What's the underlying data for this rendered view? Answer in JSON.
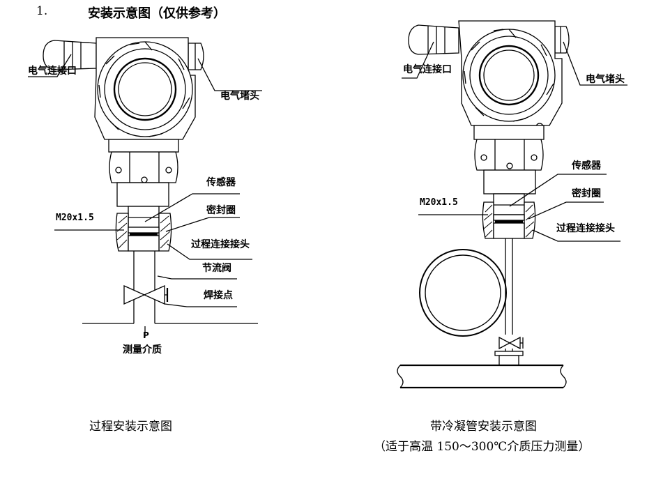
{
  "section": {
    "number": "1.",
    "title": "安装示意图（仅供参考）"
  },
  "left_diagram": {
    "labels": {
      "electrical_port": "电气连接口",
      "electrical_plug": "电气堵头",
      "sensor": "传感器",
      "thread": "M20x1.5",
      "seal_ring": "密封圈",
      "process_connector": "过程连接接头",
      "throttle_valve": "节流阀",
      "weld_point": "焊接点",
      "pressure_symbol": "P",
      "medium": "测量介质"
    },
    "caption": "过程安装示意图"
  },
  "right_diagram": {
    "labels": {
      "electrical_port": "电气连接口",
      "electrical_plug": "电气堵头",
      "sensor": "传感器",
      "thread": "M20x1.5",
      "seal_ring": "密封圈",
      "process_connector": "过程连接接头"
    },
    "caption": "带冷凝管安装示意图",
    "caption_note": "（适于高温 150～300℃介质压力测量）"
  }
}
